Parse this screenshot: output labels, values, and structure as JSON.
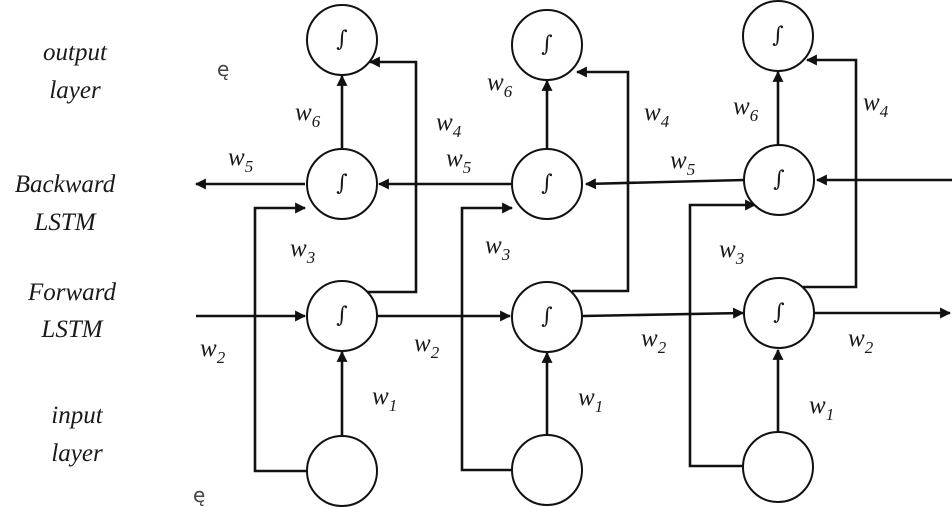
{
  "row_labels": {
    "output": [
      "output",
      "layer"
    ],
    "backward": [
      "Backward",
      "LSTM"
    ],
    "forward": [
      "Forward",
      "LSTM"
    ],
    "input": [
      "input",
      "layer"
    ]
  },
  "activation_symbol": "∫",
  "stray_marks": [
    "ę",
    "ę"
  ],
  "weights": {
    "w1": {
      "base": "w",
      "sub": "1"
    },
    "w2": {
      "base": "w",
      "sub": "2"
    },
    "w3": {
      "base": "w",
      "sub": "3"
    },
    "w4": {
      "base": "w",
      "sub": "4"
    },
    "w5": {
      "base": "w",
      "sub": "5"
    },
    "w6": {
      "base": "w",
      "sub": "6"
    }
  }
}
